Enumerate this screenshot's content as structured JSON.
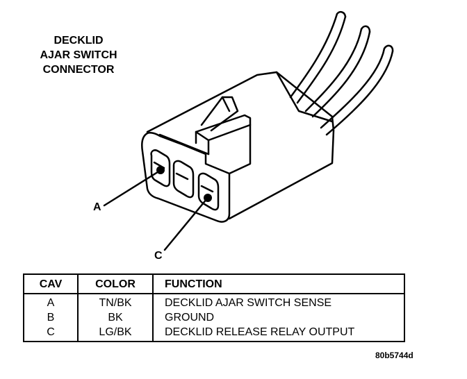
{
  "title": {
    "line1": "DECKLID",
    "line2": "AJAR SWITCH",
    "line3": "CONNECTOR"
  },
  "callouts": {
    "a": "A",
    "c": "C"
  },
  "table": {
    "headers": {
      "cav": "CAV",
      "color": "COLOR",
      "function": "FUNCTION"
    },
    "rows": [
      {
        "cav": "A",
        "color": "TN/BK",
        "function": "DECKLID AJAR SWITCH SENSE"
      },
      {
        "cav": "B",
        "color": "BK",
        "function": "GROUND"
      },
      {
        "cav": "C",
        "color": "LG/BK",
        "function": "DECKLID RELEASE RELAY OUTPUT"
      }
    ]
  },
  "reference_number": "80b5744d",
  "colors": {
    "ink": "#000000",
    "background": "#ffffff"
  }
}
